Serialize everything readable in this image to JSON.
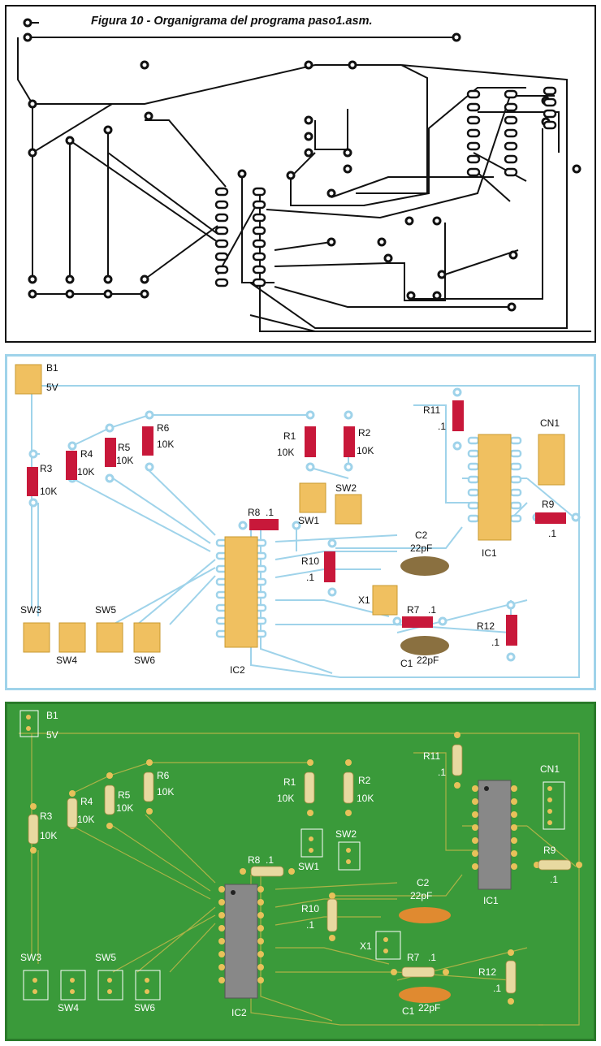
{
  "figure": {
    "title": "Figura 10 - Organigrama del programa paso1.asm."
  },
  "labels": {
    "B1": "B1",
    "B1_val": "5V",
    "R1": "R1",
    "R1_val": "10K",
    "R2": "R2",
    "R2_val": "10K",
    "R3": "R3",
    "R3_val": "10K",
    "R4": "R4",
    "R4_val": "10K",
    "R5": "R5",
    "R5_val": "10K",
    "R6": "R6",
    "R6_val": "10K",
    "R7": "R7",
    "R7_val": ".1",
    "R8": "R8",
    "R8_val": ".1",
    "R9": "R9",
    "R9_val": ".1",
    "R10": "R10",
    "R10_val": ".1",
    "R11": "R11",
    "R11_val": ".1",
    "R12": "R12",
    "R12_val": ".1",
    "C1": "C1",
    "C1_val": "22pF",
    "C2": "C2",
    "C2_val": "22pF",
    "X1": "X1",
    "SW1": "SW1",
    "SW2": "SW2",
    "SW3": "SW3",
    "SW4": "SW4",
    "SW5": "SW5",
    "SW6": "SW6",
    "IC1": "IC1",
    "IC2": "IC2",
    "CN1": "CN1"
  },
  "colors": {
    "trace_dark": "#111111",
    "trace_light": "#9fd3ea",
    "board_green": "#3a9a3a",
    "pad_yellow": "#e8c15a",
    "resistor_red": "#c8183a",
    "chip": "#f0c060",
    "cap_brown": "#8a7040",
    "cap_orange": "#e08a30"
  }
}
